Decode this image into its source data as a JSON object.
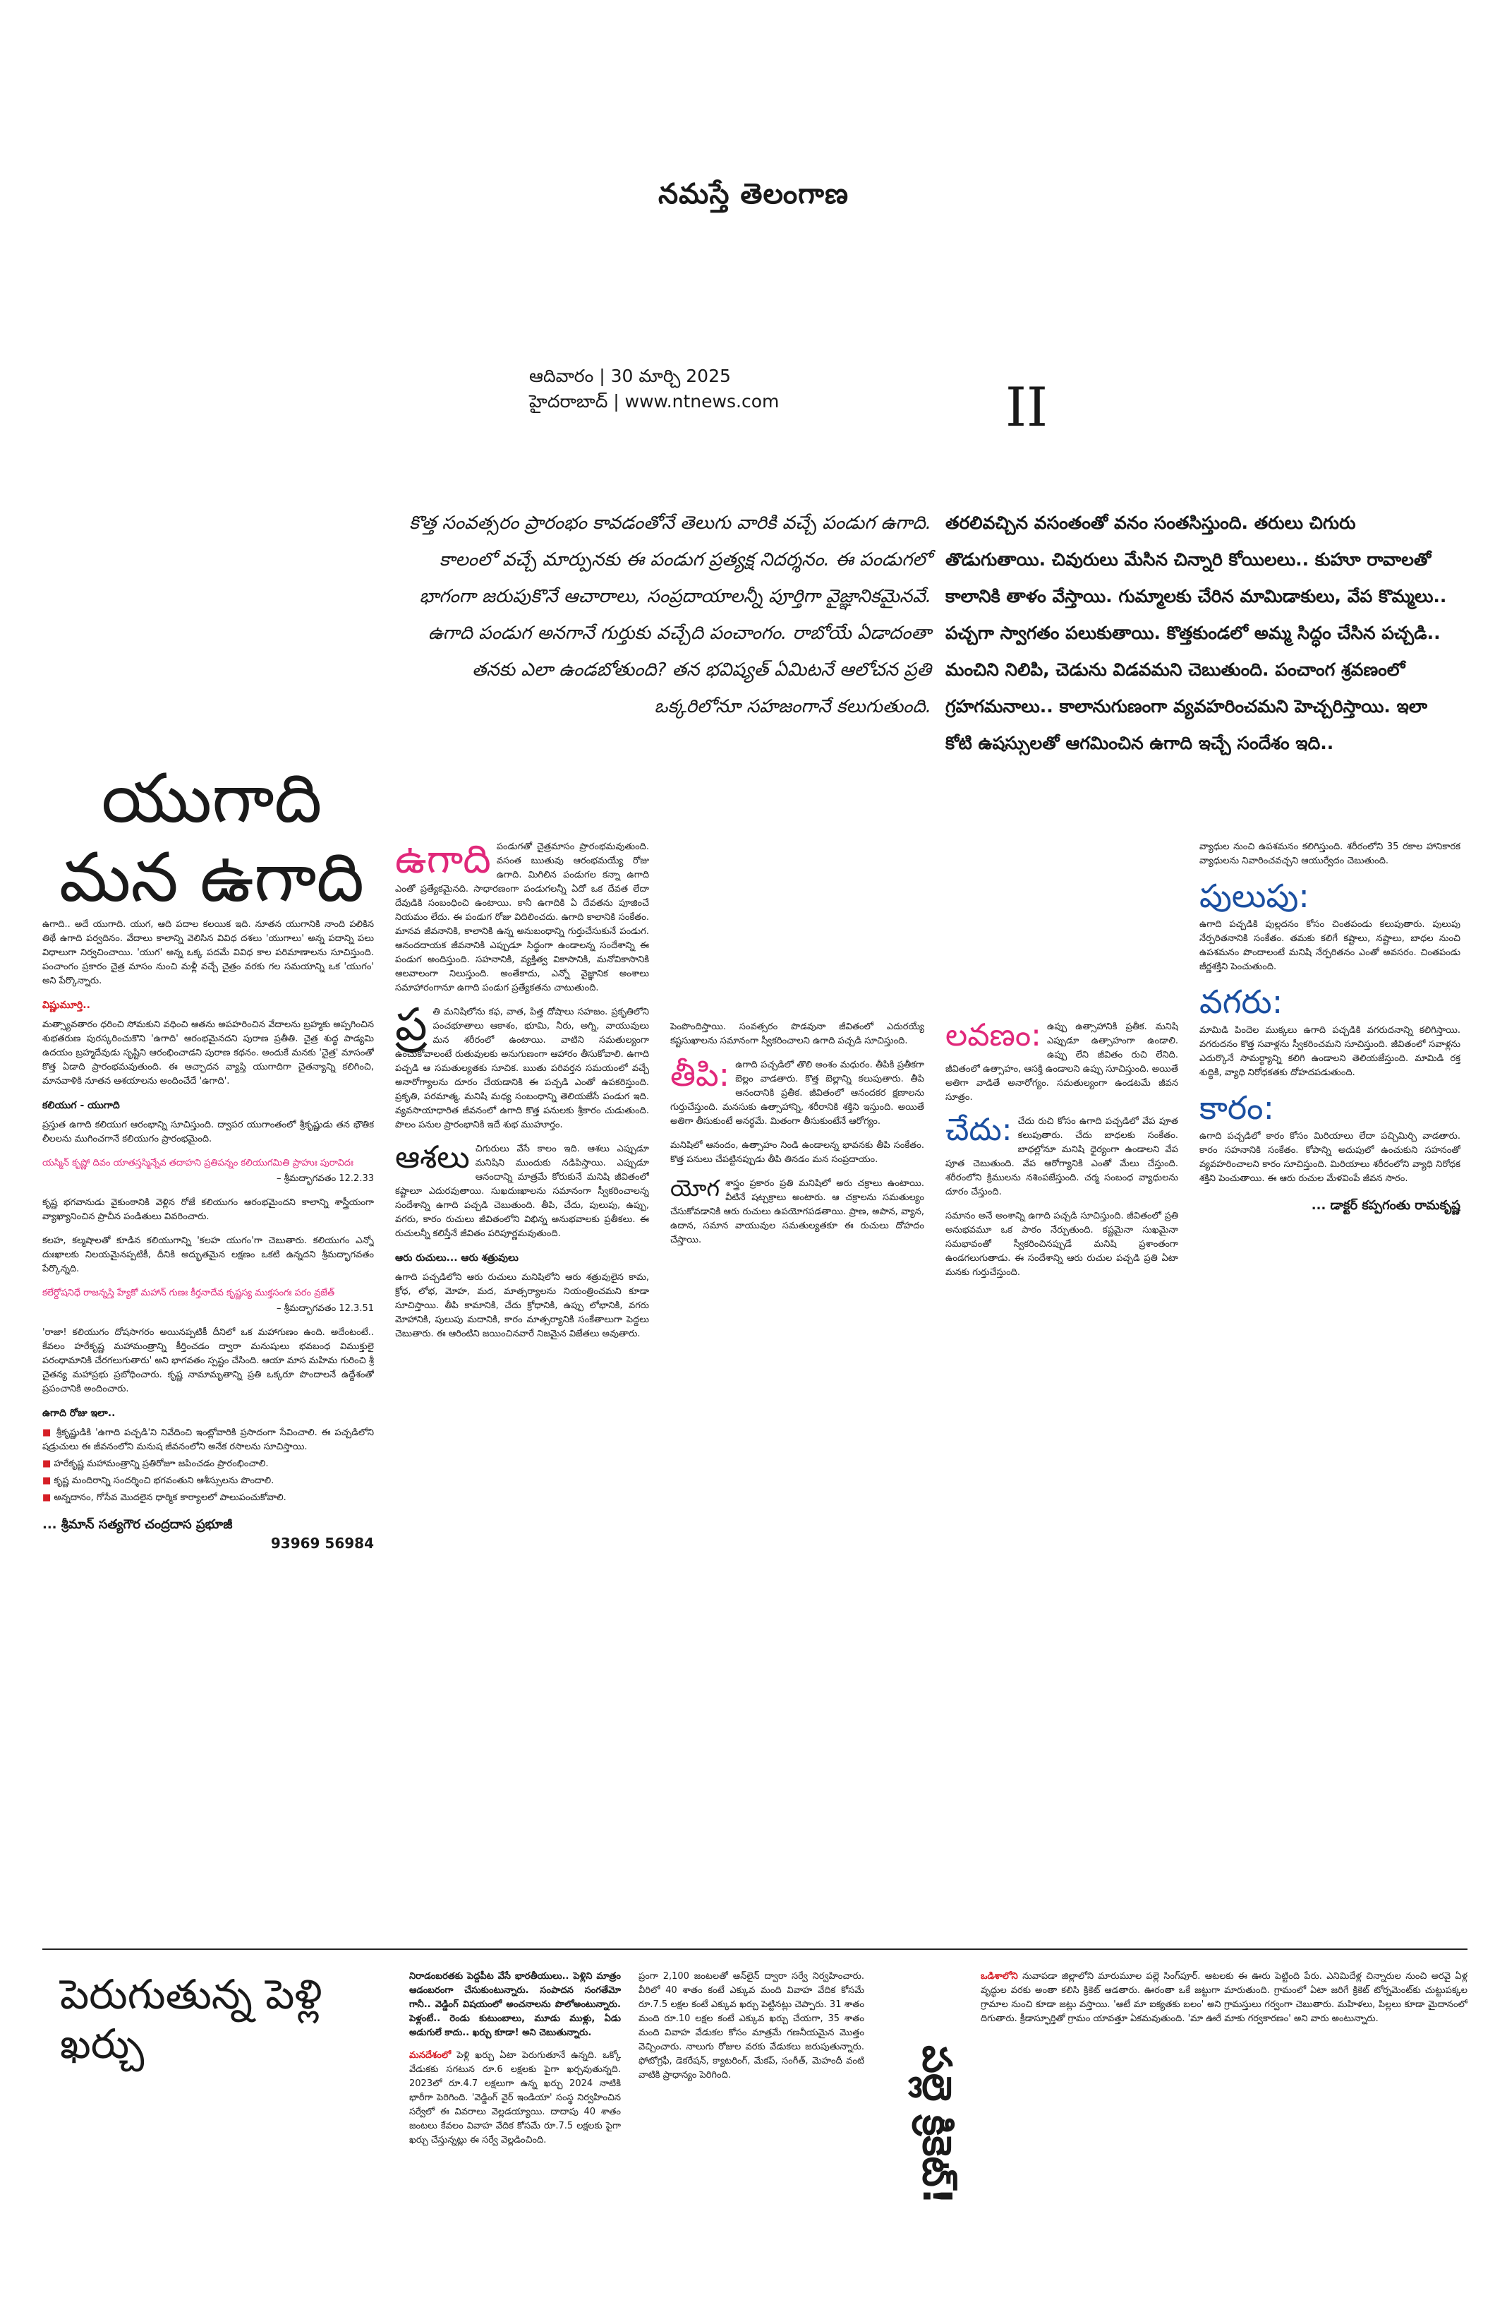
{
  "masthead": {
    "title": "నమస్తే తెలంగాణ"
  },
  "dateline": {
    "date": "ఆదివారం | 30 మార్చి 2025",
    "place": "హైదరాబాద్ | www.ntnews.com"
  },
  "page": {
    "number": "II"
  },
  "intro": {
    "left": "కొత్త సంవత్సరం ప్రారంభం కావడంతోనే తెలుగు వారికి వచ్చే పండుగ ఉగాది. కాలంలో వచ్చే మార్పునకు ఈ పండుగ ప్రత్యక్ష నిదర్శనం. ఈ పండుగలో భాగంగా జరుపుకొనే ఆచారాలు, సంప్రదాయాలన్నీ పూర్తిగా వైజ్ఞానికమైనవే. ఉగాది పండుగ అనగానే గుర్తుకు వచ్చేది పంచాంగం. రాబోయే ఏడాదంతా తనకు ఎలా ఉండబోతుంది? తన భవిష్యత్ ఏమిటనే ఆలోచన ప్రతి ఒక్కరిలోనూ సహజంగానే కలుగుతుంది.",
    "right": "తరలివచ్చిన వసంతంతో వనం సంతసిస్తుంది. తరులు చిగురు తొడుగుతాయి. చివురులు మేసిన చిన్నారి కోయిలలు.. కుహూ రావాలతో కాలానికి తాళం వేస్తాయి. గుమ్మాలకు చేరిన మామిడాకులు, వేప కొమ్మలు.. పచ్చగా స్వాగతం పలుకుతాయి. కొత్తకుండలో అమ్మ సిద్ధం చేసిన పచ్చడి.. మంచిని నిలిపి, చెడును విడవమని చెబుతుంది. పంచాంగ శ్రవణంలో గ్రహగమనాలు.. కాలానుగుణంగా వ్యవహరించమని హెచ్చరిస్తాయి. ఇలా కోటి ఉషస్సులతో ఆగమించిన ఉగాది ఇచ్చే సందేశం ఇది.."
  },
  "feature": {
    "title_line1": "యుగాది",
    "title_line2": "మన ఉగాది",
    "col1": {
      "lead": "ఉగాది.. అదే యుగాది. యుగ, ఆది పదాల కలయిక ఇది. నూతన యుగానికి నాంది పలికిన తిథే ఉగాది పర్వదినం. వేదాలు కాలాన్ని వెలిసిన వివిధ దశలు 'యుగాలు' అన్న పదాన్ని పలు విధాలుగా నిర్వచించాయి. 'యుగ' అన్న ఒక్క పదమే వివిధ కాల పరిమాణాలను సూచిస్తుంది. పంచాంగం ప్రకారం చైత్ర మాసం నుంచి మళ్లీ వచ్చే చైత్రం వరకు గల సమయాన్ని ఒక 'యుగం' అని పేర్కొన్నారు.",
      "sub1": "విష్ణుమూర్తి..",
      "p1": "మత్స్యావతారం ధరించి సోమకుని వధించి ఆతను అపహరించిన వేదాలను బ్రహ్మకు అప్పగించిన శుభతరుణ పురస్కరించుకొని 'ఉగాది' ఆరంభమైనదని పురాణ ప్రతీతి. చైత్ర శుద్ధ పాడ్యమి ఉదయం బ్రహ్మదేవుడు సృష్టిని ఆరంభించాడని పురాణ కథనం. అందుకే మనకు 'చైత్ర' మాసంతో కొత్త ఏడాది ప్రారంభమవుతుంది. ఈ ఆచ్ఛాదన వ్యాప్తి యుగాదిగా చైతన్యాన్ని కలిగించి, మానవాళికి నూతన ఆశయాలను అందించేదే 'ఉగాది'.",
      "sub2": "కలియుగ - యుగాది",
      "p2": "ప్రస్తుత ఉగాది కలియుగ ఆరంభాన్ని సూచిస్తుంది. ద్వాపర యుగాంతంలో శ్రీకృష్ణుడు తన భౌతిక లీలలను ముగించగానే కలియుగం ప్రారంభమైంది.",
      "quote1": "యస్మిన్ కృష్ణో దివం యాతస్తస్మిన్నేవ తదాహని ప్రతిపన్నం కలియుగమితి ప్రాహుః పురావిదః",
      "quote1_src": "– శ్రీమద్భాగవతం 12.2.33",
      "p3": "కృష్ణ భగవానుడు వైకుంఠానికి వెళ్లిన రోజే కలియుగం ఆరంభమైందని కాలాన్ని శాస్త్రీయంగా వ్యాఖ్యానించిన ప్రాచీన పండితులు వివరించారు.",
      "p4": "కలహ, కల్మషాలతో కూడిన కలియుగాన్ని 'కలహ యుగం'గా చెబుతారు. కలియుగం ఎన్నో దుఃఖాలకు నిలయమైనప్పటికీ, దీనికి అద్భుతమైన లక్షణం ఒకటి ఉన్నదని శ్రీమద్భాగవతం పేర్కొన్నది.",
      "quote2": "కలేర్దోషనిధే రాజన్నస్తి హ్యేకో మహాన్ గుణః కీర్తనాదేవ కృష్ణస్య ముక్తసంగః పరం వ్రజేత్",
      "quote2_src": "– శ్రీమద్భాగవతం 12.3.51",
      "p5": "'రాజా! కలియుగం దోషసాగరం అయినప్పటికీ దీనిలో ఒక మహాగుణం ఉంది. అదేంటంటే.. కేవలం హరేకృష్ణ మహామంత్రాన్ని కీర్తించడం ద్వారా మనుషులు భవబంధ విముక్తులై పరంధామానికి చేరగలుగుతారు' అని భాగవతం స్పష్టం చేసింది. ఆయా మాస మహిమ గురించి శ్రీ చైతన్య మహాప్రభు ప్రబోధించారు. కృష్ణ నామామృతాన్ని ప్రతి ఒక్కరూ పొందాలనే ఉద్దేశంతో ప్రపంచానికి అందించారు.",
      "sub3": "ఉగాది రోజు ఇలా..",
      "b1": "శ్రీకృష్ణుడికి 'ఉగాది పచ్చడి'ని నివేదించి ఇంట్లోవారికి ప్రసాదంగా సేవించాలి. ఈ పచ్చడిలోని షడ్రుచులు ఈ జీవనంలోని మనుష జీవనంలోని అనేక రసాలను సూచిస్తాయి.",
      "b2": "హరేకృష్ణ మహామంత్రాన్ని ప్రతిరోజూ జపించడం ప్రారంభించాలి.",
      "b3": "కృష్ణ మందిరాన్ని సందర్శించి భగవంతుని ఆశీస్సులను పొందాలి.",
      "b4": "అన్నదానం, గోసేవ మొదలైన ధార్మిక కార్యాలలో పాలుపంచుకోవాలి.",
      "byline": "... శ్రీమాన్ సత్యగౌర చంద్రదాస ప్రభూజీ",
      "phone": "93969 56984"
    },
    "col2": {
      "ugadi_drop": "ఉగాది",
      "ugadi_text": "పండుగతో చైత్రమాసం ప్రారంభమవుతుంది. వసంత ఋతువు ఆరంభమయ్యే రోజు ఉగాది. మిగిలిన పండుగల కన్నా ఉగాది ఎంతో ప్రత్యేకమైనది. సాధారణంగా పండుగలన్నీ ఏదో ఒక దేవత లేదా దేవుడికి సంబంధించి ఉంటాయి. కానీ ఉగాదికి ఏ దేవతను పూజించే నియమం లేదు. ఈ పండుగ రోజు విదిలించదు. ఉగాది కాలానికి సంకేతం. మానవ జీవనానికి, కాలానికి ఉన్న అనుబంధాన్ని గుర్తుచేసుకునే పండుగ. ఆనందదాయక జీవనానికి ఎప్పుడూ సిద్ధంగా ఉండాలన్న సందేశాన్ని ఈ పండుగ అందిస్తుంది. సహనానికి, వ్యక్తిత్వ వికాసానికి, మనోవికాసానికి ఆలవాలంగా నిలుస్తుంది. అంతేకాదు, ఎన్నో వైజ్ఞానిక అంశాలు సమాహారంగానూ ఉగాది పండుగ ప్రత్యేకతను చాటుతుంది.",
      "prathi_drop": "ప్ర",
      "prathi_text": "తి మనిషిలోను కఫ, వాత, పిత్త దోషాలు సహజం. ప్రకృతిలోని పంచభూతాలు ఆకాశం, భూమి, నీరు, అగ్ని, వాయువులు మన శరీరంలో ఉంటాయి. వాటిని సమతుల్యంగా ఉంచుకోవాలంటే రుతువులకు అనుగుణంగా ఆహారం తీసుకోవాలి. ఉగాది పచ్చడి ఆ సమతుల్యతకు సూచిక. ఋతు పరివర్తన సమయంలో వచ్చే అనారోగ్యాలను దూరం చేయడానికి ఈ పచ్చడి ఎంతో ఉపకరిస్తుంది. ప్రకృతి, పరమాత్మ, మనిషి మధ్య సంబంధాన్ని తెలియజేసే పండుగ ఇది. వ్యవసాయాధారిత జీవనంలో ఉగాది కొత్త పనులకు శ్రీకారం చుడుతుంది. పొలం పనుల ప్రారంభానికి ఇదే శుభ ముహూర్తం.",
      "ashalu_drop": "ఆశలు",
      "ashalu_text": "చిగురులు వేసే కాలం ఇది. ఆశలు ఎప్పుడూ మనిషిని ముందుకు నడిపిస్తాయి. ఎప్పుడూ ఆనందాన్ని మాత్రమే కోరుకునే మనిషి జీవితంలో కష్టాలూ ఎదురవుతాయి. సుఖదుఃఖాలను సమానంగా స్వీకరించాలన్న సందేశాన్ని ఉగాది పచ్చడి చెబుతుంది. తీపి, చేదు, పులుపు, ఉప్పు, వగరు, కారం రుచులు జీవితంలోని విభిన్న అనుభవాలకు ప్రతీకలు. ఈ రుచులన్నీ కలిస్తేనే జీవితం పరిపూర్ణమవుతుంది.",
      "sub": "ఆరు రుచులు... ఆరు శత్రువులు",
      "sub_text": "ఉగాది పచ్చడిలోని ఆరు రుచులు మనిషిలోని ఆరు శత్రువులైన కామ, క్రోధ, లోభ, మోహ, మద, మాత్సర్యాలను నియంత్రించమని కూడా సూచిస్తాయి. తీపి కామానికి, చేదు క్రోధానికి, ఉప్పు లోభానికి, వగరు మోహానికి, పులుపు మదానికి, కారం మాత్సర్యానికి సంకేతాలుగా పెద్దలు చెబుతారు. ఈ ఆరింటిని జయించినవారే నిజమైన విజేతలు అవుతారు."
    },
    "col3": {
      "p1": "పెంపొందిస్తాయి. సంవత్సరం పొడవునా జీవితంలో ఎదురయ్యే కష్టసుఖాలను సమానంగా స్వీకరించాలని ఉగాది పచ్చడి సూచిస్తుంది.",
      "teepi_drop": "తీపి:",
      "teepi_text": "ఉగాది పచ్చడిలో తొలి అంశం మధురం. తీపికి ప్రతీకగా బెల్లం వాడతారు. కొత్త బెల్లాన్ని కలుపుతారు. తీపి ఆనందానికి ప్రతీక. జీవితంలో ఆనందకర క్షణాలను గుర్తుచేస్తుంది. మనసుకు ఉత్సాహాన్ని, శరీరానికి శక్తిని ఇస్తుంది. అయితే అతిగా తీసుకుంటే అనర్థమే. మితంగా తీసుకుంటేనే ఆరోగ్యం.",
      "p2": "మనిషిలో ఆనందం, ఉత్సాహం నిండి ఉండాలన్న భావనకు తీపి సంకేతం. కొత్త పనులు చేపట్టినప్పుడు తీపి తినడం మన సంప్రదాయం.",
      "yoga_head": "యోగ",
      "yoga_text": "శాస్త్రం ప్రకారం ప్రతి మనిషిలో అరు చక్రాలు ఉంటాయి. వీటినే షట్చక్రాలు అంటారు. ఆ చక్రాలను సమతుల్యం చేసుకోవడానికి ఆరు రుచులు ఉపయోగపడతాయి. ప్రాణ, అపాన, వ్యాన, ఉదాన, సమాన వాయువుల సమతుల్యతకూ ఈ రుచులు దోహదం చేస్తాయి."
    },
    "col4": {
      "lavanam_drop": "లవణం:",
      "lavanam_text": "ఉప్పు ఉత్సాహానికి ప్రతీక. మనిషి ఎప్పుడూ ఉత్సాహంగా ఉండాలి. ఉప్పు లేని జీవితం రుచి లేనిది. జీవితంలో ఉత్సాహం, ఆసక్తి ఉండాలని ఉప్పు సూచిస్తుంది. అయితే అతిగా వాడితే అనారోగ్యం. సమతుల్యంగా ఉండటమే జీవన సూత్రం.",
      "cheda_drop": "చేదు:",
      "cheda_text": "చేదు రుచి కోసం ఉగాది పచ్చడిలో వేప పూత కలుపుతారు. చేదు బాధలకు సంకేతం. బాధల్లోనూ మనిషి ధైర్యంగా ఉండాలని వేప పూత చెబుతుంది. వేప ఆరోగ్యానికి ఎంతో మేలు చేస్తుంది. శరీరంలోని క్రిములను నశింపజేస్తుంది. చర్మ సంబంధ వ్యాధులను దూరం చేస్తుంది.",
      "p1": "సమానం అనే అంశాన్ని ఉగాది పచ్చడి సూచిస్తుంది. జీవితంలో ప్రతి అనుభవమూ ఒక పాఠం నేర్పుతుంది. కష్టమైనా సుఖమైనా సమభావంతో స్వీకరించినప్పుడే మనిషి ప్రశాంతంగా ఉండగలుగుతాడు. ఈ సందేశాన్ని ఆరు రుచుల పచ్చడి ప్రతి ఏటా మనకు గుర్తుచేస్తుంది."
    },
    "col5": {
      "p0": "వ్యాధుల నుంచి ఉపశమనం కలిగిస్తుంది. శరీరంలోని 35 రకాల హానికారక వ్యాధులను నివారించవచ్చని ఆయుర్వేదం చెబుతుంది.",
      "pulupu_head": "పులుపు:",
      "pulupu_text": "ఉగాది పచ్చడికి పుల్లదనం కోసం చింతపండు కలుపుతారు. పులుపు నేర్పరితనానికి సంకేతం. తమకు కలిగే కష్టాలు, నష్టాలు, బాధల నుంచి ఉపశమనం పొందాలంటే మనిషి నేర్పరితనం ఎంతో అవసరం. చింతపండు జీర్ణశక్తిని పెంచుతుంది.",
      "vagaru_head": "వగరు:",
      "vagaru_text": "మామిడి పిందెల ముక్కలు ఉగాది పచ్చడికి వగరుదనాన్ని కలిగిస్తాయి. వగరుదనం కొత్త సవాళ్లను స్వీకరించమని సూచిస్తుంది. జీవితంలో సవాళ్లను ఎదుర్కొనే సామర్థ్యాన్ని కలిగి ఉండాలని తెలియజేస్తుంది. మామిడి రక్త శుద్ధికి, వ్యాధి నిరోధకతకు దోహదపడుతుంది.",
      "karam_head": "కారం:",
      "karam_text": "ఉగాది పచ్చడిలో కారం కోసం మిరియాలు లేదా పచ్చిమిర్చి వాడతారు. కారం సహనానికి సంకేతం. కోపాన్ని అదుపులో ఉంచుకుని సహనంతో వ్యవహరించాలని కారం సూచిస్తుంది. మిరియాలు శరీరంలోని వ్యాధి నిరోధక శక్తిని పెంచుతాయి. ఈ ఆరు రుచుల మేళవింపే జీవన సారం.",
      "byline": "... డాక్టర్ కప్పగంతు రామకృష్ణ"
    }
  },
  "wedding": {
    "title": "పెరుగుతున్న పెళ్లి ఖర్చు",
    "col1": "నిరాడంబరతకు పెద్దపీట వేసే భారతీయులు.. పెళ్లిని మాత్రం ఆడంబరంగా చేసుకుంటున్నారు. సంపాదన సంగతేమో గానీ.. వెడ్డింగ్ విషయంలో అంచనాలను పొలోఅంటున్నారు. పెళ్లంటే.. రెండు కుటుంబాలు, మూడు ముళ్లు, ఏడు అడుగులే కాదు.. ఖర్చు కూడా! అని చెబుతున్నారు.",
    "col1_lead": "మనదేశంలో",
    "col1_b": "పెళ్లి ఖర్చు ఏటా పెరుగుతూనే ఉన్నది. ఒక్కో వేడుకకు సగటున రూ.6 లక్షలకు పైగా ఖర్చవుతున్నది. 2023లో రూ.4.7 లక్షలుగా ఉన్న ఖర్చు 2024 నాటికి భారీగా పెరిగింది. 'వెడ్డింగ్ వైర్ ఇండియా' సంస్థ నిర్వహించిన సర్వేలో ఈ వివరాలు వెల్లడయ్యాయి. దాదాపు 40 శాతం జంటలు కేవలం వివాహ వేదిక కోసమే రూ.7.5 లక్షలకు పైగా ఖర్చు చేస్తున్నట్లు ఈ సర్వే వెల్లడించింది.",
    "col2": "ప్రంగా 2,100 జంటలతో ఆన్‌లైన్ ద్వారా సర్వే నిర్వహించారు. వీరిలో 40 శాతం కంటే ఎక్కువ మంది వివాహ వేదిక కోసమే రూ.7.5 లక్షల కంటే ఎక్కువ ఖర్చు పెట్టినట్లు చెప్పారు. 31 శాతం మంది రూ.10 లక్షల కంటే ఎక్కువ ఖర్చు చేయగా, 35 శాతం మంది వివాహ వేడుకల కోసం మాత్రమే గణనీయమైన మొత్తం వెచ్చించారు. నాలుగు రోజుల వరకు వేడుకలు జరుపుతున్నారు. ఫోటోగ్రఫీ, డెకరేషన్, క్యాటరింగ్, మేకప్, సంగీత్, మెహందీ వంటి వాటికి ప్రాధాన్యం పెరిగింది.",
    "col3_lead": "ఒడిశాలోని",
    "col3": "నువాపడా జిల్లాలోని మారుమూల పల్లె సింగ్‌పూర్. ఆటలకు ఈ ఊరు పెట్టింది పేరు. ఎనిమిదేళ్ల చిన్నారుల నుంచి అరవై ఏళ్ల వృద్ధుల వరకు అంతా కలిసి క్రికెట్ ఆడతారు. ఊరంతా ఒకే జట్టుగా మారుతుంది. గ్రామంలో ఏటా జరిగే క్రికెట్ టోర్నమెంట్‌కు చుట్టుపక్కల గ్రామాల నుంచి కూడా జట్లు వస్తాయి. 'ఆటే మా ఐక్యతకు బలం' అని గ్రామస్తులు గర్వంగా చెబుతారు. మహిళలు, పిల్లలు కూడా మైదానంలో దిగుతారు. క్రీడాస్ఫూర్తితో గ్రామం యావత్తూ ఏకమవుతుంది. 'మా ఊరే మాకు గర్వకారణం' అని వారు అంటున్నారు.",
    "vertical_title": "పల్లె క్రికెట్!"
  }
}
